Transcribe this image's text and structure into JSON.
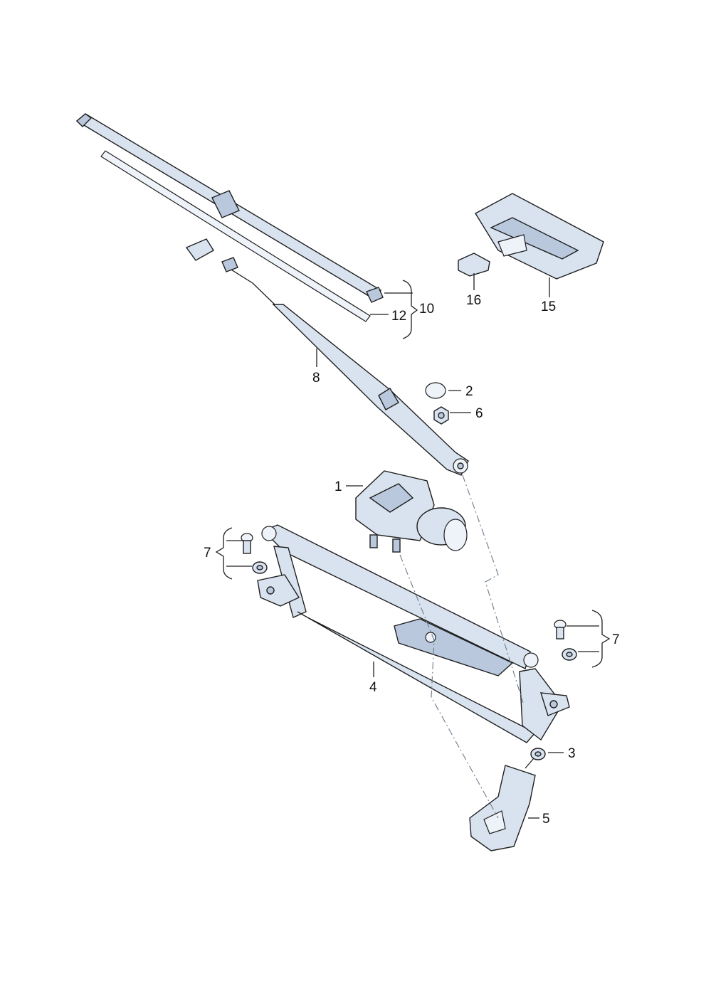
{
  "colors": {
    "part": "#d9e3ef",
    "part_shade": "#b9c8dc",
    "part_light": "#eef3f9",
    "outline": "#1e1e1e",
    "centerline": "#6b7a8a"
  },
  "callouts": {
    "c1": "1",
    "c2": "2",
    "c3": "3",
    "c4": "4",
    "c5": "5",
    "c6": "6",
    "c7_left": "7",
    "c7_right": "7",
    "c8": "8",
    "c10": "10",
    "c12": "12",
    "c15": "15",
    "c16": "16"
  }
}
